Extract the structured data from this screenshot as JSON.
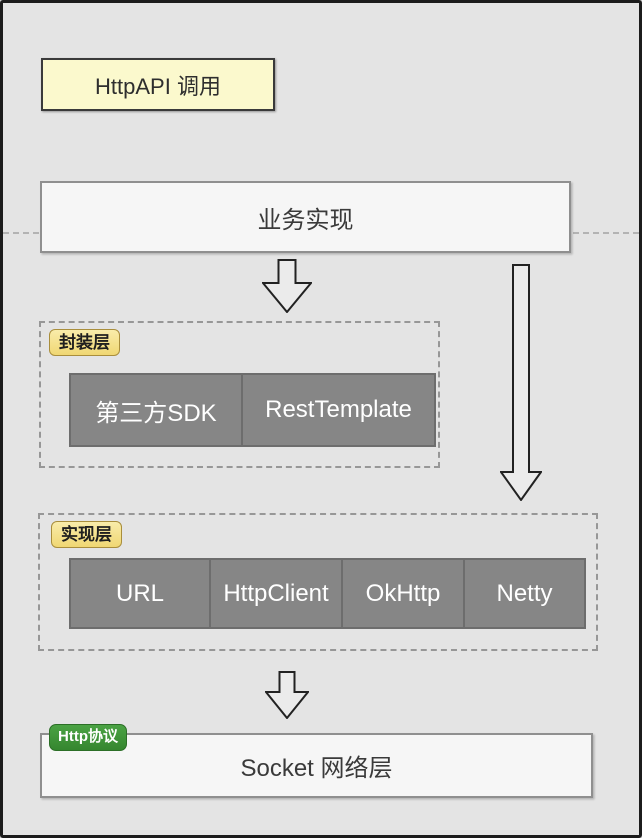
{
  "diagram_title": "HttpAPI 调用",
  "nodes": {
    "httpapi_call": "HttpAPI 调用",
    "business_impl": "业务实现",
    "socket_layer": "Socket 网络层",
    "http_protocol_badge": "Http协议"
  },
  "groups": {
    "encapsulation": {
      "label": "封装层",
      "items": [
        "第三方SDK",
        "RestTemplate"
      ]
    },
    "implementation": {
      "label": "实现层",
      "items": [
        "URL",
        "HttpClient",
        "OkHttp",
        "Netty"
      ]
    }
  },
  "icons": {
    "down_arrow_small_top": "down-arrow",
    "down_arrow_long_right": "down-arrow-long",
    "down_arrow_small_bottom": "down-arrow"
  },
  "colors": {
    "canvas_bg": "#e4e4e4",
    "node_gray_fill": "#868686",
    "node_light_fill": "#f6f6f6",
    "highlight_yellow_fill": "#fbf9cd",
    "badge_yellow_fill": "#f3dd7e",
    "badge_green_fill": "#3f9539",
    "dashed_border": "#979797",
    "page_border": "#1c1c1c"
  }
}
